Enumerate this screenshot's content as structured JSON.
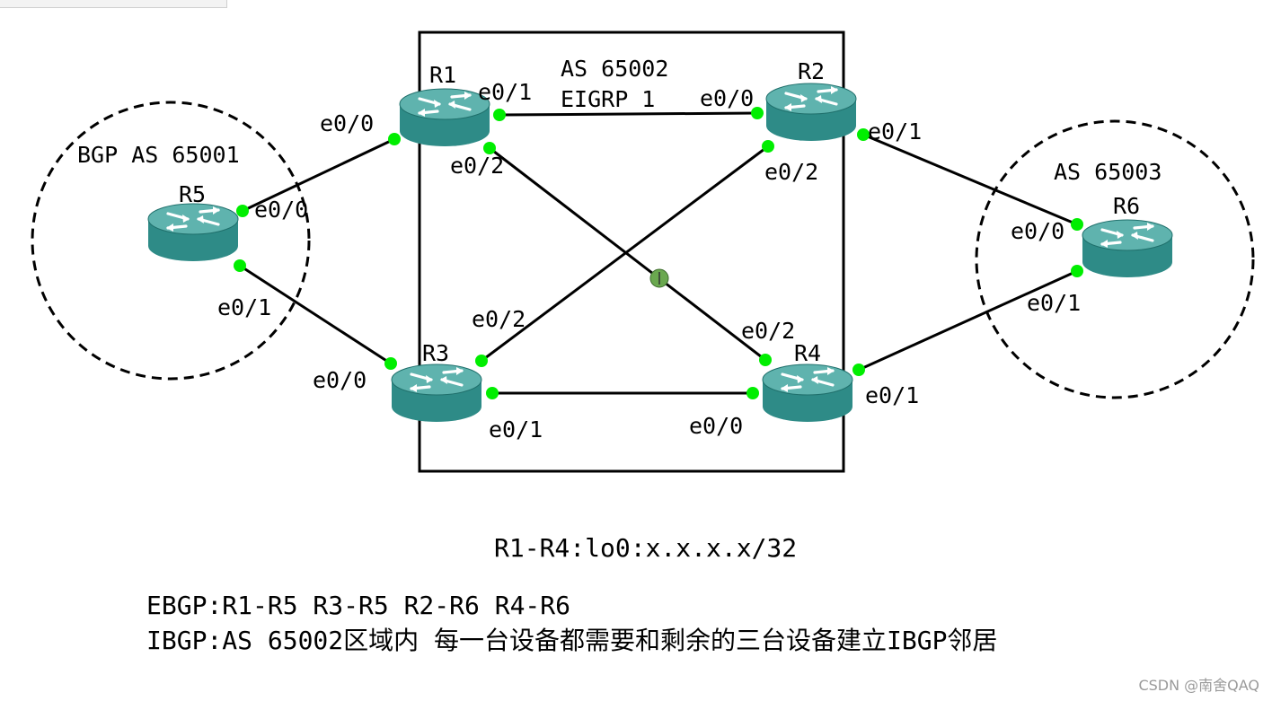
{
  "colors": {
    "router_body": "#2e8b87",
    "router_top": "#5fb3ae",
    "port_dot": "#00ee00",
    "link": "#000000",
    "watermark": "#9a9a9a",
    "marker": "#6aa84f"
  },
  "icons": {
    "router": "router-icon",
    "port": "port-dot-icon"
  },
  "areas": {
    "as65001": "BGP AS 65001",
    "as65002_line1": "AS 65002",
    "as65002_line2": "EIGRP 1",
    "as65003": "AS 65003"
  },
  "routers": {
    "R1": "R1",
    "R2": "R2",
    "R3": "R3",
    "R4": "R4",
    "R5": "R5",
    "R6": "R6"
  },
  "interfaces": {
    "r1_e00": "e0/0",
    "r1_e01": "e0/1",
    "r1_e02": "e0/2",
    "r2_e00": "e0/0",
    "r2_e01": "e0/1",
    "r2_e02": "e0/2",
    "r3_e00": "e0/0",
    "r3_e01": "e0/1",
    "r3_e02": "e0/2",
    "r4_e00": "e0/0",
    "r4_e01": "e0/1",
    "r4_e02": "e0/2",
    "r5_e00": "e0/0",
    "r5_e01": "e0/1",
    "r6_e00": "e0/0",
    "r6_e01": "e0/1"
  },
  "notes": {
    "loopback": "R1-R4:lo0:x.x.x.x/32",
    "ebgp": "EBGP:R1-R5 R3-R5 R2-R6 R4-R6",
    "ibgp": "IBGP:AS 65002区域内 每一台设备都需要和剩余的三台设备建立IBGP邻居"
  },
  "watermark": "CSDN @南舍QAQ"
}
